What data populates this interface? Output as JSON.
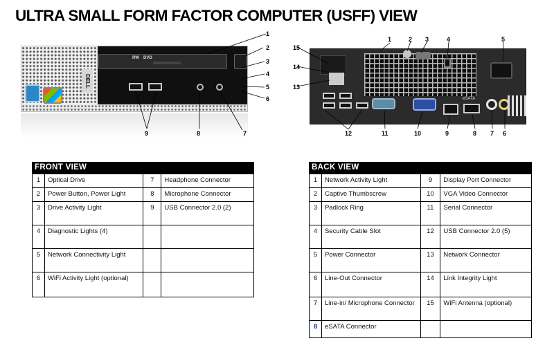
{
  "title": "ULTRA SMALL FORM FACTOR COMPUTER (USFF) VIEW",
  "front_illustration": {
    "drive_label_rw": "RW",
    "drive_label_dvd": "DVD",
    "brand_text": "DELL",
    "callouts": [
      "1",
      "2",
      "3",
      "4",
      "5",
      "6",
      "7",
      "8",
      "9"
    ]
  },
  "back_illustration": {
    "esata_label": "eSATA",
    "callouts": [
      "1",
      "2",
      "3",
      "4",
      "5",
      "6",
      "7",
      "8",
      "9",
      "10",
      "11",
      "12",
      "13",
      "14",
      "15"
    ]
  },
  "front_view": {
    "heading": "FRONT VIEW",
    "rows": [
      {
        "n1": "1",
        "l1": "Optical Drive",
        "n2": "7",
        "l2": "Headphone Connector"
      },
      {
        "n1": "2",
        "l1": "Power Button, Power Light",
        "n2": "8",
        "l2": "Microphone Connector"
      },
      {
        "n1": "3",
        "l1": "Drive Activity Light",
        "n2": "9",
        "l2": "USB Connector 2.0 (2)"
      },
      {
        "n1": "4",
        "l1": "Diagnostic Lights (4)",
        "n2": "",
        "l2": ""
      },
      {
        "n1": "5",
        "l1": "Network Connectivity Light",
        "n2": "",
        "l2": ""
      },
      {
        "n1": "6",
        "l1": "WiFi Activity Light (optional)",
        "n2": "",
        "l2": ""
      }
    ]
  },
  "back_view": {
    "heading": "BACK VIEW",
    "rows": [
      {
        "n1": "1",
        "l1": "Network Activity Light",
        "n2": "9",
        "l2": "Display Port Connector"
      },
      {
        "n1": "2",
        "l1": "Captive Thumbscrew",
        "n2": "10",
        "l2": "VGA Video Connector"
      },
      {
        "n1": "3",
        "l1": "Padlock Ring",
        "n2": "11",
        "l2": "Serial Connector"
      },
      {
        "n1": "4",
        "l1": "Security Cable Slot",
        "n2": "12",
        "l2": "USB Connector 2.0 (5)"
      },
      {
        "n1": "5",
        "l1": "Power Connector",
        "n2": "13",
        "l2": "Network Connector"
      },
      {
        "n1": "6",
        "l1": "Line-Out Connector",
        "n2": "14",
        "l2": "Link Integrity Light"
      },
      {
        "n1": "7",
        "l1": "Line-in/ Microphone Connector",
        "n2": "15",
        "l2": "WiFi Antenna (optional)"
      },
      {
        "n1": "8",
        "l1": "eSATA Connector",
        "n2": "",
        "l2": ""
      }
    ]
  }
}
